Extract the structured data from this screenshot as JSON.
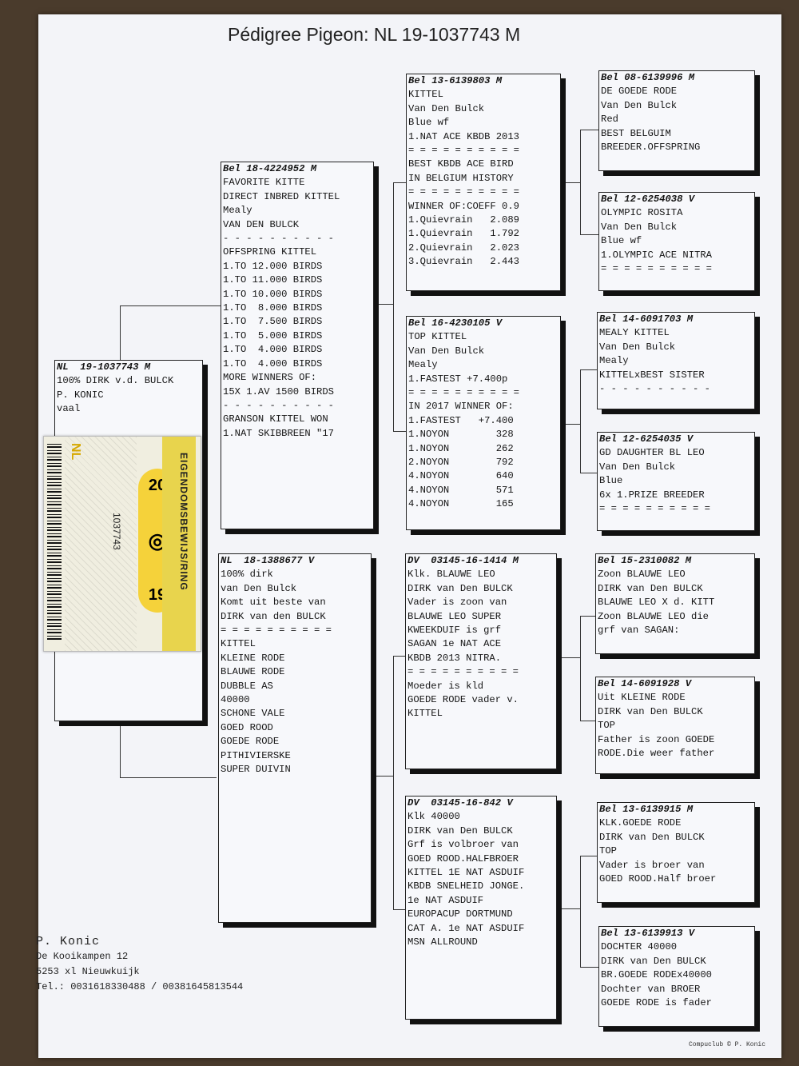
{
  "title": "Pédigree Pigeon: NL  19-1037743 M",
  "owner": {
    "name": "P. Konic",
    "address1": "De Kooikampen 12",
    "address2": "5253 xl  Nieuwkuijk",
    "phone": "Tel.: 0031618330488 / 00381645813544"
  },
  "credit": "Compuclub © P. Konic",
  "sticker": {
    "country": "NL",
    "year_top": "20",
    "year_bottom": "19",
    "number": "1037743",
    "band_text": "EIGENDOMSBEWIJS/RING"
  },
  "boxes": {
    "subject": {
      "ring": "NL  19-1037743 M",
      "lines": [
        "100% DIRK v.d. BULCK",
        "P. KONIC",
        "vaal"
      ]
    },
    "sire": {
      "ring": "Bel 18-4224952 M",
      "lines": [
        "FAVORITE KITTE",
        "DIRECT INBRED KITTEL",
        "Mealy",
        "VAN DEN BULCK",
        "- - - - - - - - - -",
        "OFFSPRING KITTEL",
        "1.TO 12.000 BIRDS",
        "1.TO 11.000 BIRDS",
        "1.TO 10.000 BIRDS",
        "1.TO  8.000 BIRDS",
        "1.TO  7.500 BIRDS",
        "1.TO  5.000 BIRDS",
        "1.TO  4.000 BIRDS",
        "1.TO  4.000 BIRDS",
        "MORE WINNERS OF:",
        "15X 1.AV 1500 BIRDS",
        "- - - - - - - - - -",
        "GRANSON KITTEL WON",
        "1.NAT SKIBBREEN \"17"
      ]
    },
    "dam": {
      "ring": "NL  18-1388677 V",
      "lines": [
        "100% dirk",
        "van Den Bulck",
        "",
        "Komt uit beste van",
        "DIRK van den BULCK",
        "= = = = = = = = = =",
        "KITTEL",
        "KLEINE RODE",
        "BLAUWE RODE",
        "DUBBLE AS",
        "40000",
        "SCHONE VALE",
        "GOED ROOD",
        "GOEDE RODE",
        "PITHIVIERSKE",
        "SUPER DUIVIN"
      ]
    },
    "ss": {
      "ring": "Bel 13-6139803 M",
      "lines": [
        "KITTEL",
        "Van Den Bulck",
        "Blue wf",
        "1.NAT ACE KBDB 2013",
        "= = = = = = = = = =",
        "BEST KBDB ACE BIRD",
        "IN BELGIUM HISTORY",
        "= = = = = = = = = =",
        "WINNER OF:COEFF 0.9",
        "1.Quievrain   2.089",
        "1.Quievrain   1.792",
        "2.Quievrain   2.023",
        "3.Quievrain   2.443"
      ]
    },
    "sd": {
      "ring": "Bel 16-4230105 V",
      "lines": [
        "TOP KITTEL",
        "Van Den Bulck",
        "Mealy",
        "1.FASTEST +7.400p",
        "= = = = = = = = = =",
        "IN 2017 WINNER OF:",
        "1.FASTEST   +7.400",
        "1.NOYON        328",
        "1.NOYON        262",
        "2.NOYON        792",
        "4.NOYON        640",
        "4.NOYON        571",
        "4.NOYON        165"
      ]
    },
    "ds": {
      "ring": "DV  03145-16-1414 M",
      "lines": [
        "Klk. BLAUWE LEO",
        "DIRK van Den BULCK",
        "",
        "Vader is zoon van",
        "BLAUWE LEO SUPER",
        "KWEEKDUIF is grf",
        "SAGAN 1e NAT ACE",
        "KBDB 2013 NITRA.",
        "= = = = = = = = = =",
        "Moeder is kld",
        "GOEDE RODE vader v.",
        "KITTEL"
      ]
    },
    "dd": {
      "ring": "DV  03145-16-842 V",
      "lines": [
        "Klk 40000",
        "DIRK van Den BULCK",
        "",
        "Grf is volbroer van",
        "GOED ROOD.HALFBROER",
        "KITTEL 1E NAT ASDUIF",
        "KBDB SNELHEID JONGE.",
        "1e NAT ASDUIF",
        "EUROPACUP DORTMUND",
        "CAT A. 1e NAT ASDUIF",
        "MSN ALLROUND"
      ]
    },
    "sss": {
      "ring": "Bel 08-6139996 M",
      "lines": [
        "DE GOEDE RODE",
        "Van Den Bulck",
        "Red",
        "BEST BELGUIM",
        "BREEDER.OFFSPRING"
      ]
    },
    "ssd": {
      "ring": "Bel 12-6254038 V",
      "lines": [
        "OLYMPIC ROSITA",
        "Van Den Bulck",
        "Blue wf",
        "1.OLYMPIC ACE NITRA",
        "= = = = = = = = = ="
      ]
    },
    "sds": {
      "ring": "Bel 14-6091703 M",
      "lines": [
        "MEALY KITTEL",
        "Van Den Bulck",
        "Mealy",
        "KITTELxBEST SISTER",
        "- - - - - - - - - -"
      ]
    },
    "sdd": {
      "ring": "Bel 12-6254035 V",
      "lines": [
        "GD DAUGHTER BL LEO",
        "Van Den Bulck",
        "Blue",
        "6x 1.PRIZE BREEDER",
        "= = = = = = = = = ="
      ]
    },
    "dss": {
      "ring": "Bel 15-2310082 M",
      "lines": [
        "Zoon BLAUWE LEO",
        "DIRK van Den BULCK",
        "BLAUWE LEO X d. KITT",
        "Zoon BLAUWE LEO die",
        "grf van SAGAN:"
      ]
    },
    "dsd": {
      "ring": "Bel 14-6091928 V",
      "lines": [
        "Uit KLEINE RODE",
        "DIRK van Den BULCK",
        "TOP",
        "Father is zoon GOEDE",
        "RODE.Die weer father"
      ]
    },
    "dds": {
      "ring": "Bel 13-6139915 M",
      "lines": [
        "KLK.GOEDE RODE",
        "DIRK van Den BULCK",
        "TOP",
        "Vader is broer van",
        "GOED ROOD.Half broer"
      ]
    },
    "ddd": {
      "ring": "Bel 13-6139913 V",
      "lines": [
        "DOCHTER 40000",
        "DIRK van Den BULCK",
        "BR.GOEDE RODEx40000",
        "Dochter van BROER",
        "GOEDE RODE is fader"
      ]
    }
  }
}
